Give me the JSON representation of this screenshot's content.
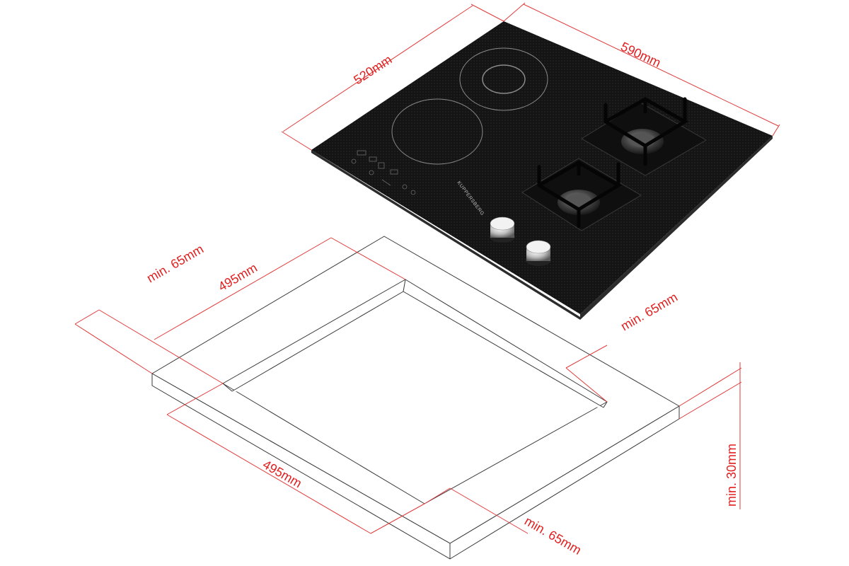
{
  "product": {
    "brand": "KUPPERSBERG",
    "colors": {
      "glass": "#151515",
      "glass_edge": "#2c2c2c",
      "dimension": "#e02020",
      "cutout_line": "#3a3a3a"
    }
  },
  "dimensions": {
    "hob_depth": "520mm",
    "hob_width": "590mm",
    "cutout_depth": "495mm",
    "cutout_width": "495mm",
    "margin_left": "min. 65mm",
    "margin_back": "min. 65mm",
    "margin_front": "min. 65mm",
    "worktop_thickness": "min. 30mm"
  }
}
